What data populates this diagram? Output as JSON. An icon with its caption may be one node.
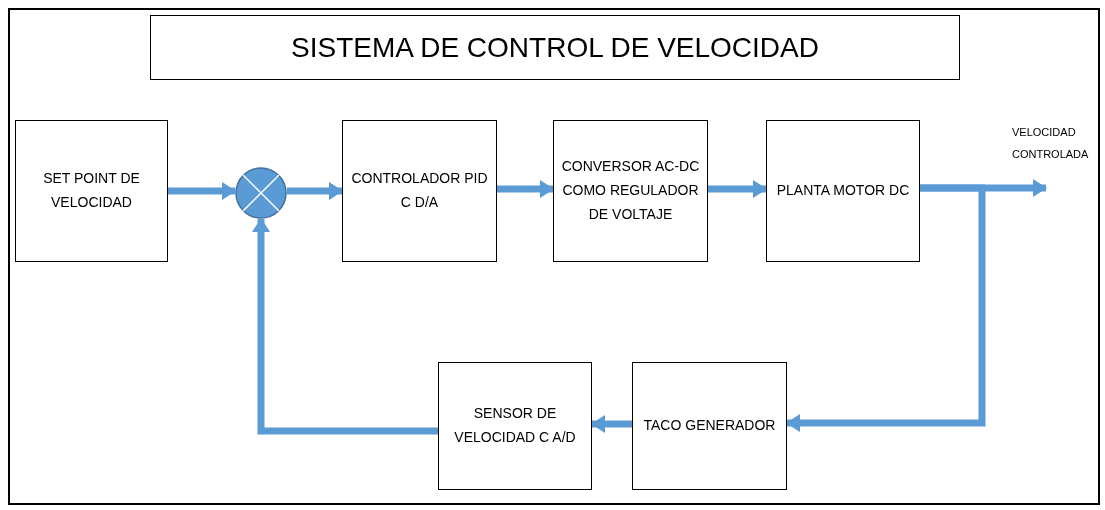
{
  "diagram": {
    "title": "SISTEMA DE CONTROL DE VELOCIDAD",
    "nodes": [
      {
        "text": [
          "SET POINT DE VELOCIDAD"
        ]
      },
      {
        "text": [],
        "shape": "circle"
      },
      {
        "text": [
          "CONTROLADOR PID C D/A"
        ]
      },
      {
        "text": [
          "CONVERSOR AC-DC COMO REGULADOR DE VOLTAJE"
        ]
      },
      {
        "text": [
          "PLANTA MOTOR DC"
        ]
      },
      {
        "text": [
          "TACO GENERADOR"
        ]
      },
      {
        "text": [
          "SENSOR DE VELOCIDAD C A/D"
        ]
      }
    ],
    "edges": [
      {
        "from": 0,
        "to": 1,
        "arrow": "to"
      },
      {
        "from": 1,
        "to": 2,
        "arrow": "to"
      },
      {
        "from": 2,
        "to": 3,
        "arrow": "to"
      },
      {
        "from": 3,
        "to": 4,
        "arrow": "to"
      },
      {
        "from": 4,
        "to": null,
        "arrow": "to"
      },
      {
        "from": 4,
        "to": 5,
        "arrow": "to"
      },
      {
        "from": 5,
        "to": 6,
        "arrow": "to"
      },
      {
        "from": 6,
        "to": 1,
        "arrow": "to"
      }
    ],
    "labels": [
      "VELOCIDAD CONTROLADA"
    ]
  }
}
